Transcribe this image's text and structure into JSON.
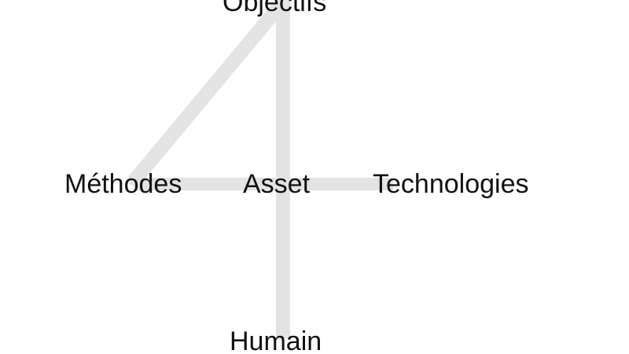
{
  "diagram": {
    "line_color": "#e3e3e3",
    "text_color": "#111111",
    "background": "#ffffff",
    "nodes": {
      "top": "Objectifs",
      "left": "Méthodes",
      "center": "Asset",
      "right": "Technologies",
      "bottom": "Humain"
    }
  }
}
